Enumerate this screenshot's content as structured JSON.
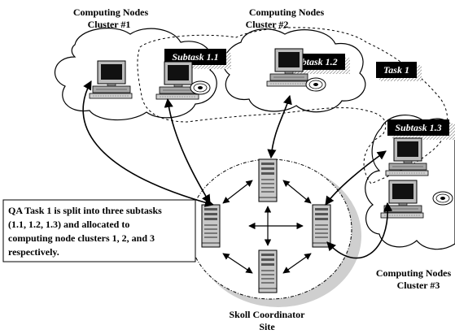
{
  "clusters": {
    "c1": {
      "line1": "Computing Nodes",
      "line2": "Cluster #1"
    },
    "c2": {
      "line1": "Computing Nodes",
      "line2": "Cluster #2"
    },
    "c3": {
      "line1": "Computing Nodes",
      "line2": "Cluster #3"
    }
  },
  "subtasks": {
    "s1": "Subtask 1.1",
    "s2": "Subtask 1.2",
    "s3": "Subtask 1.3"
  },
  "task": "Task 1",
  "coordinator": {
    "line1": "Skoll Coordinator",
    "line2": "Site"
  },
  "note": {
    "lines": [
      "QA Task 1 is split into three subtasks",
      "(1.1, 1.2, 1.3) and allocated to",
      "computing node clusters 1, 2, and 3",
      "respectively."
    ]
  },
  "icons": {
    "workstation": "desktop-computer-icon",
    "server": "server-tower-icon",
    "disk": "optical-disk-icon"
  },
  "colors": {
    "tag_bg": "#000000",
    "cloud_stroke": "#000000",
    "site_fill": "#d9d9d9"
  }
}
